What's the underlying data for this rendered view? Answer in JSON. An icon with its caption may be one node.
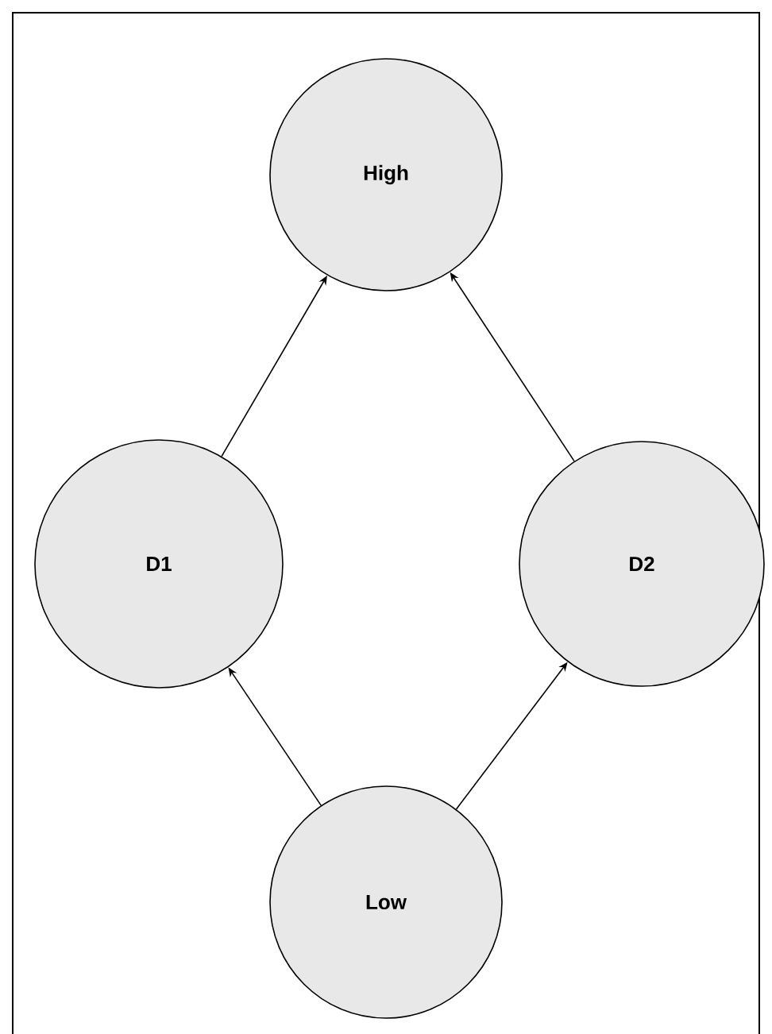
{
  "diagram": {
    "nodes": [
      {
        "text": [
          "High"
        ]
      },
      {
        "text": [
          "D1"
        ]
      },
      {
        "text": [
          "D2"
        ]
      },
      {
        "text": [
          "Low"
        ]
      }
    ],
    "edges": [
      {
        "from": 1,
        "to": 0,
        "arrow": "to"
      },
      {
        "from": 2,
        "to": 0,
        "arrow": "to"
      },
      {
        "from": 3,
        "to": 1,
        "arrow": "to"
      },
      {
        "from": 3,
        "to": 2,
        "arrow": "to"
      }
    ]
  }
}
